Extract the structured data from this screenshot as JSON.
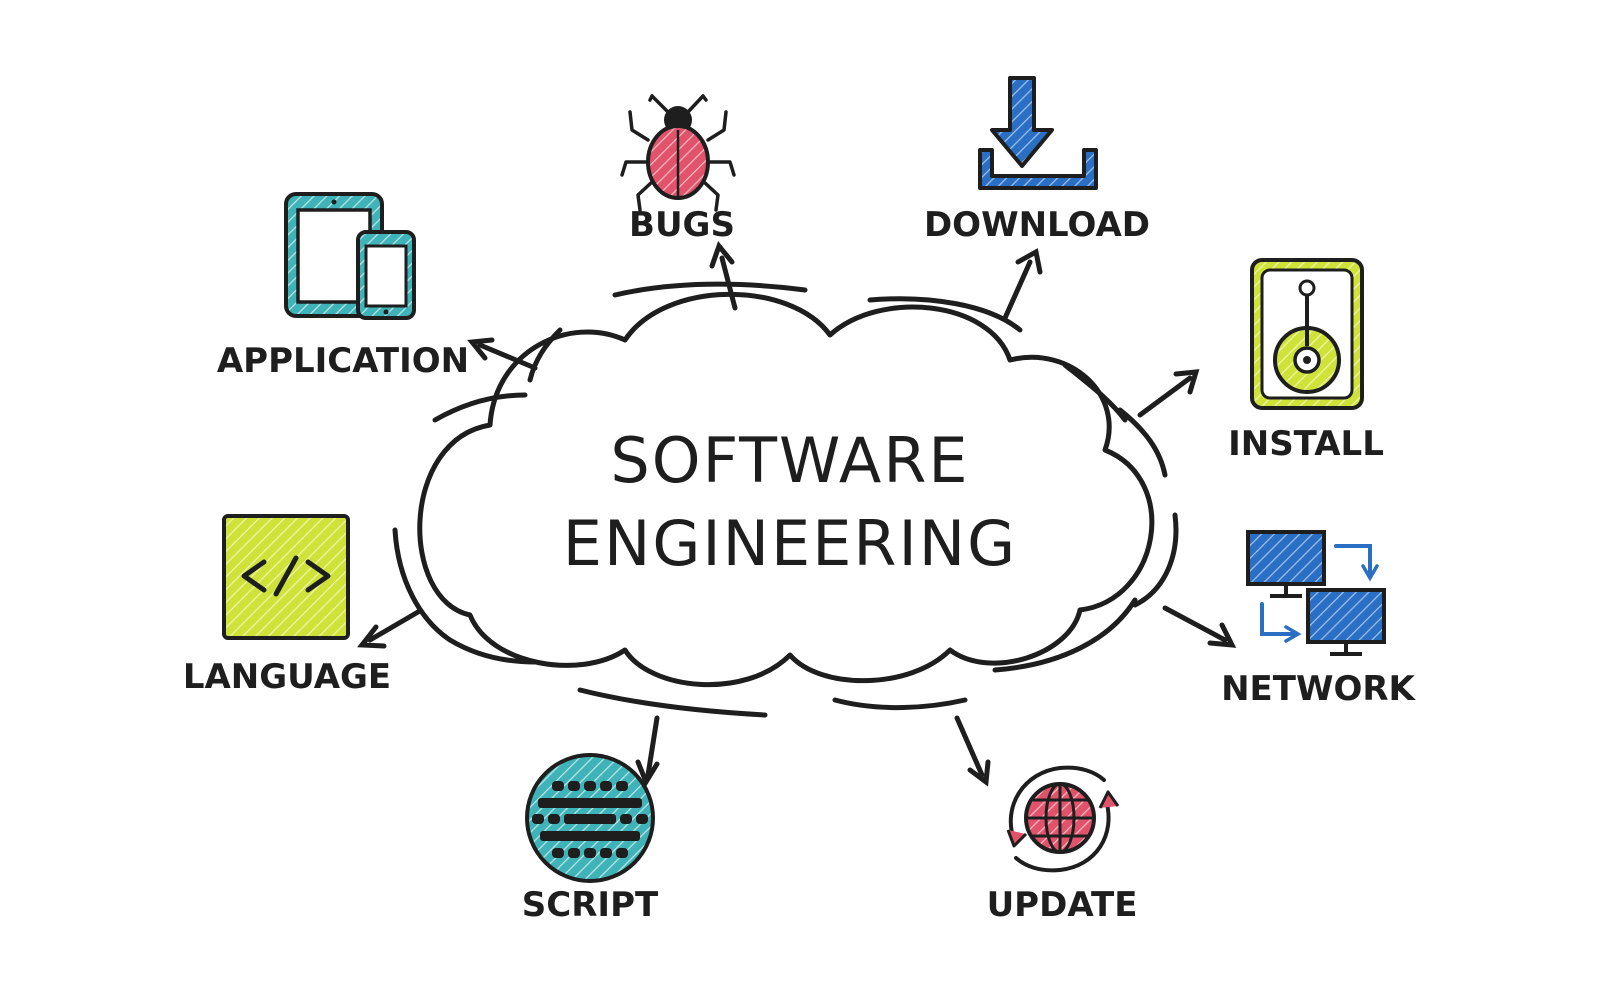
{
  "title": {
    "line1": "SOFTWARE",
    "line2": "ENGINEERING"
  },
  "nodes": {
    "bugs": "BUGS",
    "download": "DOWNLOAD",
    "application": "APPLICATION",
    "install": "INSTALL",
    "language": "LANGUAGE",
    "network": "NETWORK",
    "script": "SCRIPT",
    "update": "UPDATE"
  },
  "icons": {
    "bugs": "bug-icon",
    "download": "download-icon",
    "application": "tablet-phone-icon",
    "install": "hard-drive-icon",
    "language": "code-icon",
    "network": "network-icon",
    "script": "script-icon",
    "update": "globe-update-icon"
  },
  "colors": {
    "ink": "#1e1e1e",
    "pink": "#e0536a",
    "blue": "#2b6fc4",
    "teal": "#3fb3b8",
    "lime": "#cfe23a"
  }
}
